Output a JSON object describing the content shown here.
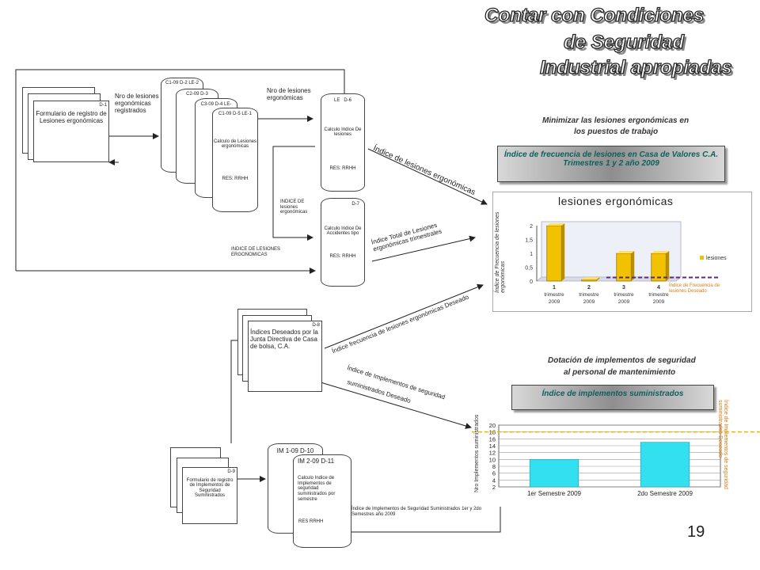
{
  "title": {
    "line1": "Contar con Condiciones",
    "line2": "de Seguridad",
    "line3": "Industrial apropiadas"
  },
  "flow": {
    "form_code": "D-1",
    "form_label": "Formulario de registro de Lesiones ergonómicas",
    "arrow1_label": "Nro de lesiones ergonómicas registrados",
    "cyl_stack_codes": [
      "C1-09 D-2 LE-2",
      "C2-09 D-3",
      "C3-09 D-4 LE-",
      "C1-09 D-5 LE-1"
    ],
    "calc_lesiones": "Calculo de Lesiones ergonómicas",
    "res_rrhh": "RES: RRHH",
    "arrow2_label": "Nro de lesiones ergonómicas",
    "le_code": "LE",
    "le_doc": "D-6",
    "calc_indice": "Calculo Indice De lesiones",
    "indice_label": "INDICE DE lesiones ergonómicas",
    "d7": "D-7",
    "calc_accidentes": "Calculo Indice De Accidentes tipo",
    "indice_caps": "INDICE DE LESIONES ERGONOMICAS",
    "diag1": "Índice de lesiones ergonómicas",
    "diag2": "Índice Total de Lesiones ergonómicas trimestrales",
    "d8": "D-8",
    "indices_deseados": "Índices Deseados por la Junta Directiva de Casa de bolsa, C.A.",
    "diag3": "Índice frecuencia de lesiones ergonómicas Deseado",
    "diag4a": "Índice de Implementos de seguridad",
    "diag4b": "suministrados Deseado",
    "d9": "D-9",
    "form2_label": "Formulario de registro de Implementos de Seguridad Suministrados",
    "im1": "IM 1-09 D-10",
    "im2": "IM 2-09 D-11",
    "calc_implementos": "Calculo Indice de Implementos de seguridad suministrados por semestre",
    "res_rrhh2": "RES RRHH",
    "bottom_label": "Índice de Implementos de Seguridad Suministrados 1er y 2do Semestres año 2009"
  },
  "right": {
    "heading1_l1": "Minimizar las lesiones ergonómicas en",
    "heading1_l2": "los puestos de trabajo",
    "band1_l1": "Índice de frecuencia de lesiones en Casa de Valores C.A.",
    "band1_l2": "Trimestres 1 y 2 año 2009",
    "heading2_l1": "Dotación de implementos de seguridad",
    "heading2_l2": "al personal de mantenimiento",
    "band2": "Índice de implementos suministrados",
    "deseado_note": "Índice de Frecuencia de lesiones Deseado",
    "deseado_note2": "Índice de Implementos de seguridad suministrados Deseado",
    "page_number": "19"
  },
  "colors": {
    "teal": "#0e5e5e",
    "gold": "#e6b800",
    "cyan": "#33e0f0",
    "purple": "#5a2a7a",
    "orange": "#e07a10"
  },
  "chart_data": [
    {
      "type": "bar",
      "title": "lesiones ergonómicas",
      "ylabel": "Índice de Frecuencia de lesiones ergonómicas",
      "categories": [
        "1 trimestre 2009",
        "2 trimestre 2009",
        "3 trimestre 2009",
        "4 trimestre 2009"
      ],
      "category_labels": [
        [
          "1",
          "trimestre",
          "2009"
        ],
        [
          "2",
          "trimestre",
          "2009"
        ],
        [
          "3",
          "trimestre",
          "2009"
        ],
        [
          "4",
          "trimestre",
          "2009"
        ]
      ],
      "series": [
        {
          "name": "lesiones",
          "values": [
            2,
            0.05,
            1,
            1
          ]
        }
      ],
      "ylim": [
        0,
        2
      ],
      "yticks": [
        "0",
        "0,5",
        "1",
        "1,5",
        "2"
      ],
      "target": 0.1,
      "legend": "right",
      "grid": false
    },
    {
      "type": "bar",
      "ylabel": "Nro Implementos suministrados",
      "categories": [
        "1er Semestre 2009",
        "2do Semestre 2009"
      ],
      "series": [
        {
          "values": [
            10,
            15
          ]
        }
      ],
      "ylim": [
        2,
        20
      ],
      "yticks": [
        "2",
        "4",
        "6",
        "8",
        "10",
        "12",
        "14",
        "16",
        "18",
        "20"
      ],
      "target": 18,
      "grid": true
    }
  ]
}
